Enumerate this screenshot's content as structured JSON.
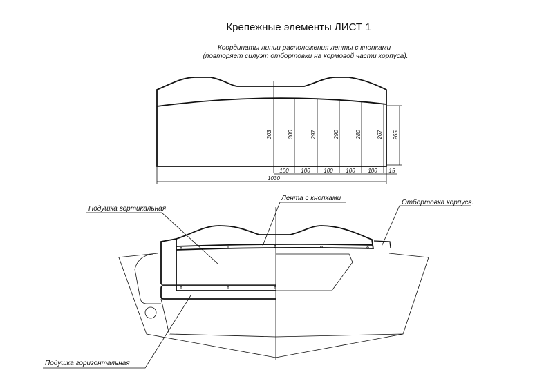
{
  "title": "Крепежные элементы ЛИСТ 1",
  "subtitle_line1": "Координаты линии расположения ленты с кнопками",
  "subtitle_line2": "(повторяет силуэт отбортовки на кормовой части корпуса).",
  "heights": [
    "303",
    "300",
    "297",
    "290",
    "280",
    "267"
  ],
  "right_height": "265",
  "spacings": [
    "100",
    "100",
    "100",
    "100",
    "100"
  ],
  "end_spacing": "15",
  "overall_length": "1030",
  "labels": {
    "vertical_cushion": "Подушка вертикальная",
    "strap": "Лента с кнопками",
    "hull_flange": "Отбортовка корпусв.",
    "horizontal_cushion": "Подушка горизонтальная"
  }
}
